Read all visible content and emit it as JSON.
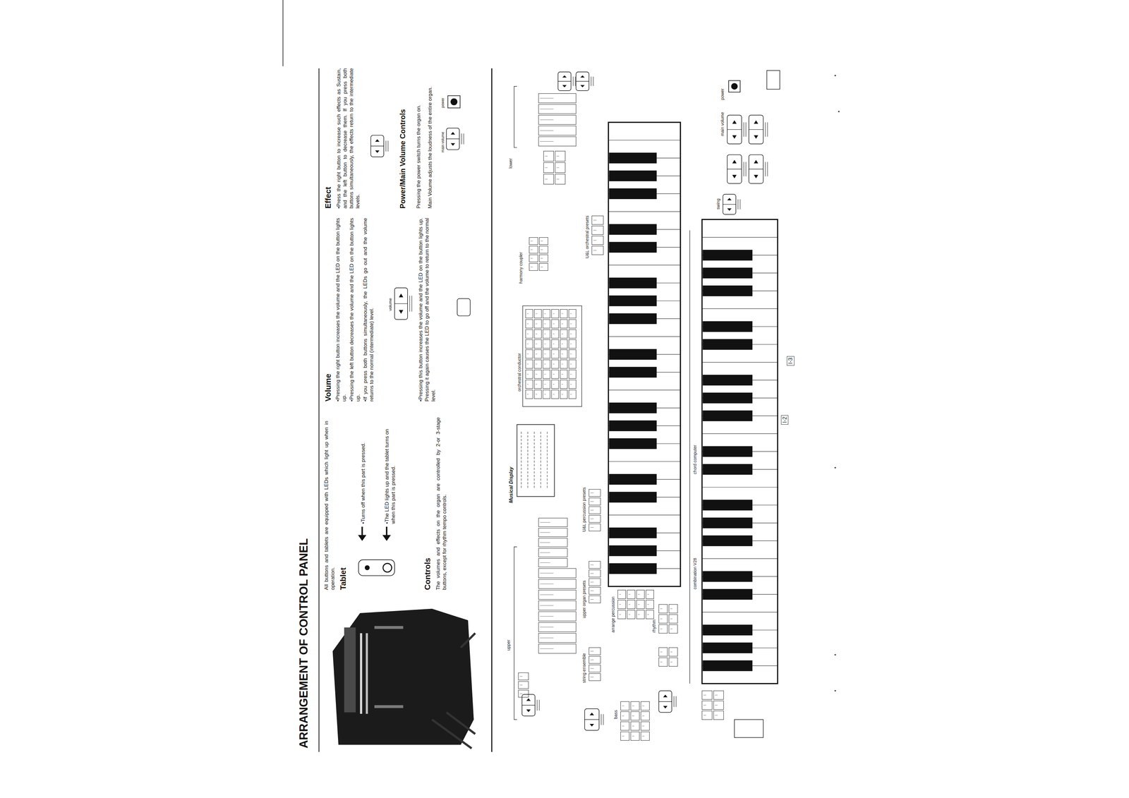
{
  "diagram": {
    "title": "ARRANGEMENT OF CONTROL PANEL",
    "labels": [
      "All buttons and tablets are equipped with LEDs which light up when in operation.",
      "Tablet",
      "•Turns off when this part is pressed.",
      "•The LED lights up and the tablet turns on when this part is pressed.",
      "Controls",
      "The volumes and effects on the organ are controlled by 2-or 3-stage buttons, except for rhythm tempo controls.",
      "Volume",
      "•Pressing the right button increases the volume and the LED on the button lights up.",
      "•Pressing the left button decreases the volume and the LED on the button lights up.",
      "•If you press both buttons simultaneously, the LEDs go out and the volume returns to the normal (intermediate) level.",
      "volume",
      "•Pressing this button increases the volume and the LED on the button lights up. Pressing it again causes the LED to go off and the volume to return to the normal level.",
      "Effect",
      "•Press the right button to increase such effects as Sustain, and the left button to decrease them. If you press both buttons simultaneously, the effects return to the intermediate levels.",
      "Power/Main Volume Controls",
      "Pressing the power switch turns the organ on.",
      "Main Volume adjusts the loudness of the entire organ.",
      "main volume",
      "power",
      "upper",
      "lower",
      "orchestral conductor",
      "Musical Display",
      "harmony coupler",
      "U&L orchestral presets",
      "U&L percussion presets",
      "upper organ presets",
      "string ensemble",
      "arrange percussion",
      "bass",
      "rhythm",
      "chord computer",
      "combination V28",
      "main volume",
      "power",
      "swing",
      "I-2",
      "I-3"
    ]
  }
}
